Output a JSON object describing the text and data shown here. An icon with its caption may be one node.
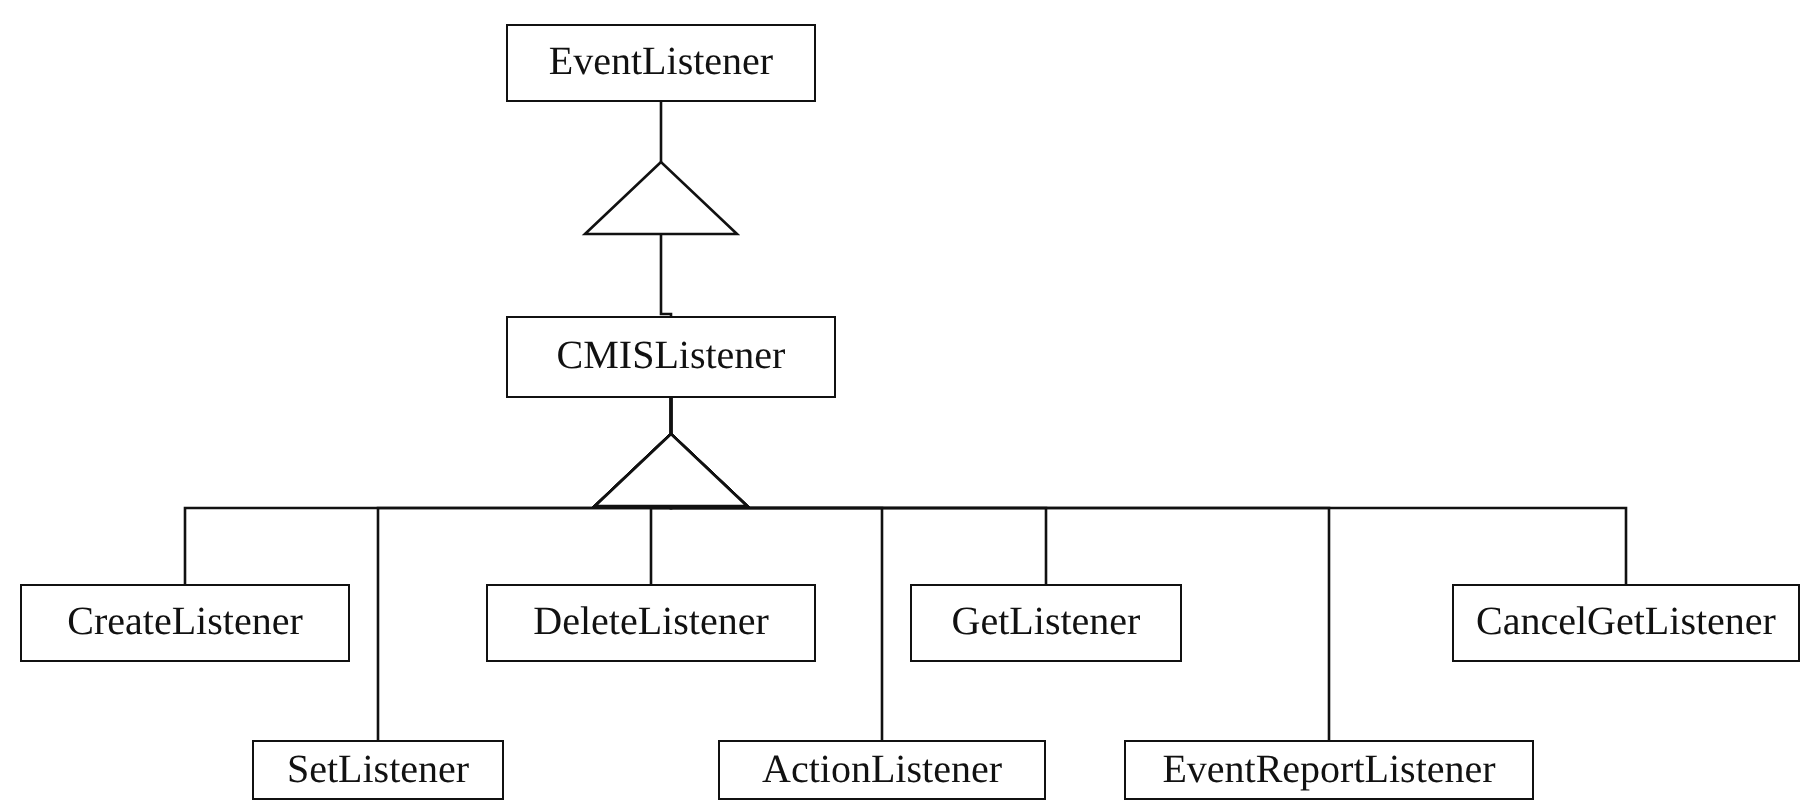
{
  "diagram": {
    "nodes": [
      {
        "text": [
          "EventListener"
        ]
      },
      {
        "text": [
          "CMISListener"
        ]
      },
      {
        "text": [
          "CreateListener"
        ]
      },
      {
        "text": [
          "SetListener"
        ]
      },
      {
        "text": [
          "DeleteListener"
        ]
      },
      {
        "text": [
          "ActionListener"
        ]
      },
      {
        "text": [
          "GetListener"
        ]
      },
      {
        "text": [
          "EventReportListener"
        ]
      },
      {
        "text": [
          "CancelGetListener"
        ]
      }
    ],
    "edges": [
      {
        "from": 1,
        "to": 0,
        "arrow": "to"
      },
      {
        "from": 2,
        "to": 1,
        "arrow": "to"
      },
      {
        "from": 3,
        "to": 1,
        "arrow": "to"
      },
      {
        "from": 4,
        "to": 1,
        "arrow": "to"
      },
      {
        "from": 5,
        "to": 1,
        "arrow": "to"
      },
      {
        "from": 6,
        "to": 1,
        "arrow": "to"
      },
      {
        "from": 7,
        "to": 1,
        "arrow": "to"
      },
      {
        "from": 8,
        "to": 1,
        "arrow": "to"
      }
    ]
  }
}
